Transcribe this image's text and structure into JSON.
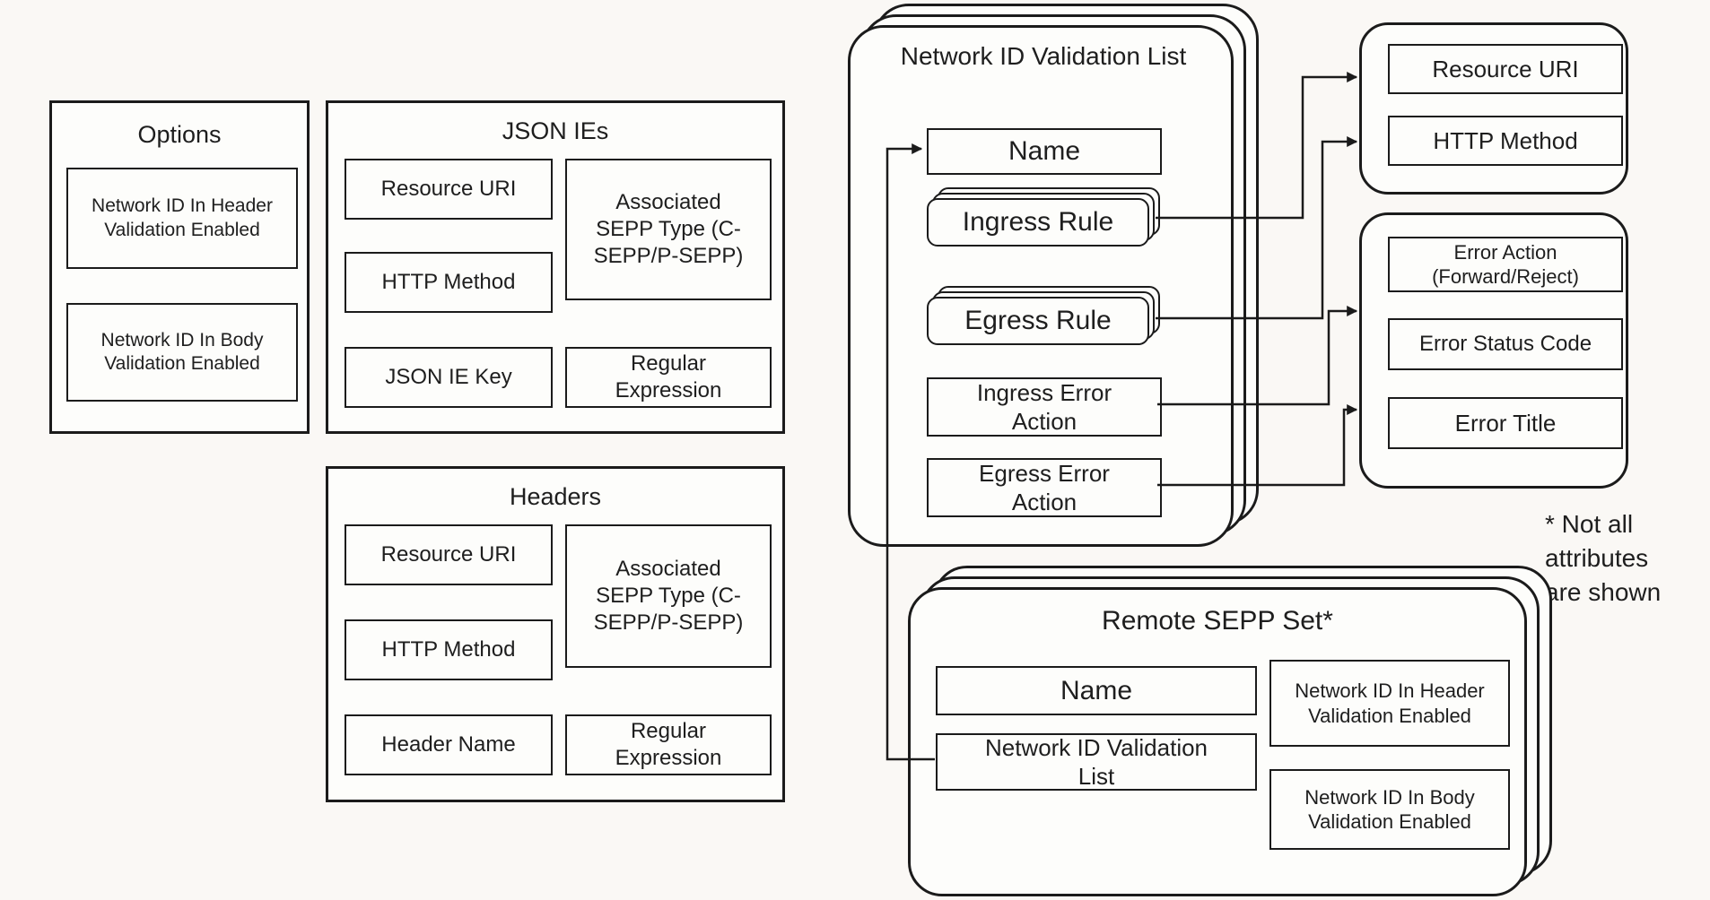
{
  "canvas": {
    "background": "#faf8f5",
    "box_fill": "#fdfdfb",
    "line_color": "#1b1b1b"
  },
  "options": {
    "title": "Options",
    "items": [
      "Network ID In Header Validation Enabled",
      "Network ID In Body Validation Enabled"
    ]
  },
  "json_ies": {
    "title": "JSON IEs",
    "items": [
      "Resource URI",
      "HTTP Method",
      "JSON IE Key",
      "Associated SEPP Type (C-SEPP/P-SEPP)",
      "Regular Expression"
    ]
  },
  "headers_group": {
    "title": "Headers",
    "items": [
      "Resource URI",
      "HTTP Method",
      "Header Name",
      "Associated SEPP Type (C-SEPP/P-SEPP)",
      "Regular Expression"
    ]
  },
  "validation_list": {
    "title": "Network ID Validation List",
    "name_label": "Name",
    "ingress_rule": "Ingress Rule",
    "egress_rule": "Egress Rule",
    "ingress_error_action": "Ingress Error Action",
    "egress_error_action": "Egress Error Action"
  },
  "rule_attributes": {
    "resource_uri": "Resource URI",
    "http_method": "HTTP Method"
  },
  "error_attributes": {
    "action": "Error Action (Forward/Reject)",
    "status_code": "Error Status Code",
    "title": "Error Title"
  },
  "remote_sepp_set": {
    "title": "Remote SEPP Set*",
    "name_label": "Name",
    "validation_list_ref": "Network ID Validation List",
    "header_validation": "Network ID In Header Validation Enabled",
    "body_validation": "Network ID In Body Validation Enabled"
  },
  "footnote": "* Not all attributes are shown"
}
